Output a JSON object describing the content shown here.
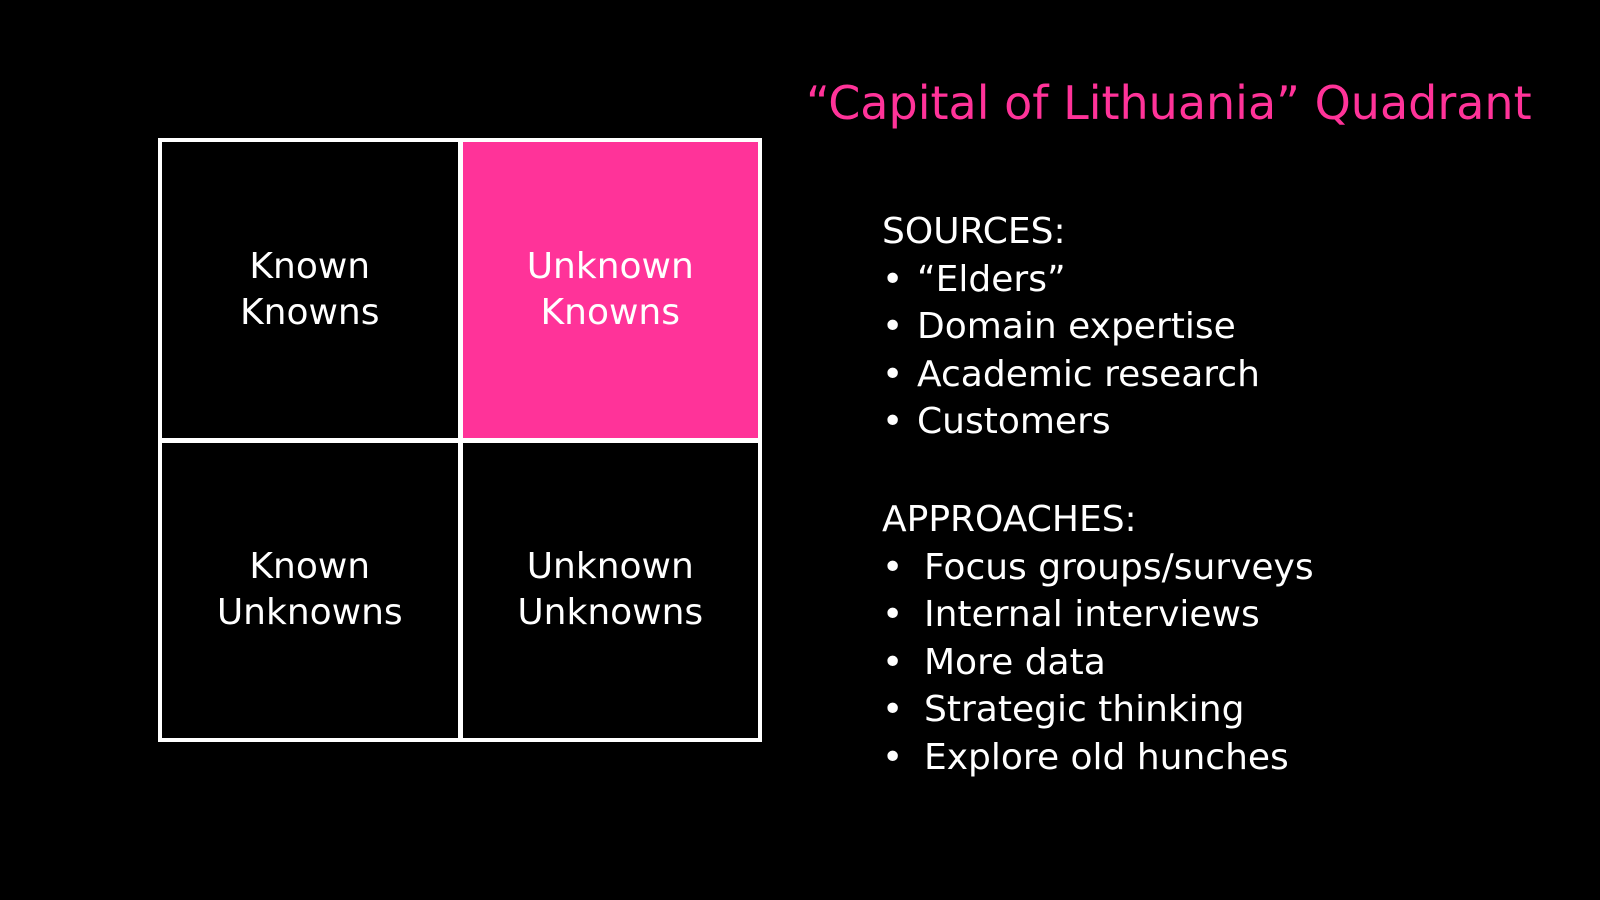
{
  "slide": {
    "background": "#000000",
    "accent_pink": "#FF3399",
    "text_color": "#FFFFFF",
    "grid_line_color": "#FFFFFF"
  },
  "title": "“Capital of Lithuania” Quadrant",
  "quadrant": {
    "cells": [
      {
        "line1": "Known",
        "line2": "Knowns",
        "highlighted": false
      },
      {
        "line1": "Unknown",
        "line2": "Knowns",
        "highlighted": true
      },
      {
        "line1": "Known",
        "line2": "Unknowns",
        "highlighted": false
      },
      {
        "line1": "Unknown",
        "line2": "Unknowns",
        "highlighted": false
      }
    ]
  },
  "sources": {
    "heading": "SOURCES:",
    "items": [
      "“Elders”",
      "Domain expertise",
      "Academic research",
      "Customers"
    ]
  },
  "approaches": {
    "heading": "APPROACHES:",
    "items": [
      "Focus groups/surveys",
      "Internal interviews",
      "More data",
      "Strategic thinking",
      "Explore old hunches"
    ]
  },
  "ui": {
    "bullet": "•"
  }
}
